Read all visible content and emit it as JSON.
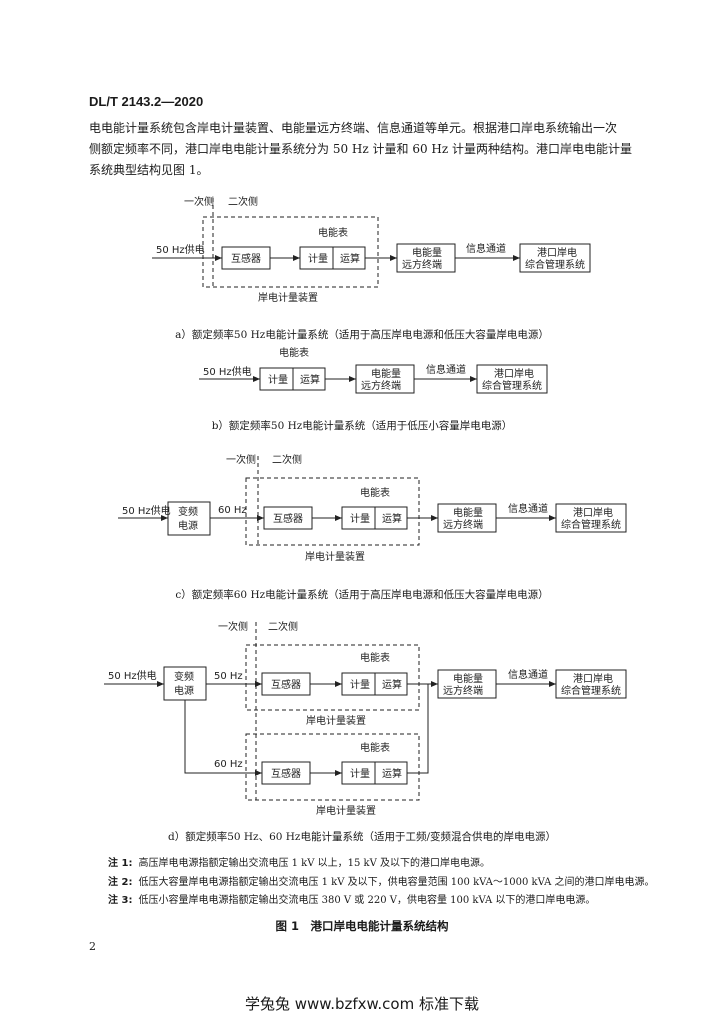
{
  "header": {
    "doc_id": "DL/T 2143.2—2020"
  },
  "body": {
    "paragraph_line1": "电电能计量系统包含岸电计量装置、电能量远方终端、信息通道等单元。根据港口岸电系统输出一次",
    "paragraph_line2": "侧额定频率不同，港口岸电电能计量系统分为 50 Hz 计量和 60 Hz 计量两种结构。港口岸电电能计量",
    "paragraph_line3": "系统典型结构见图 1。"
  },
  "labels": {
    "primary_side": "一次侧",
    "secondary_side": "二次侧",
    "supply_50hz": "50 Hz供电",
    "meter": "电能表",
    "transformer": "互感器",
    "metering": "计量",
    "computing": "运算",
    "terminal_l1": "电能量",
    "terminal_l2": "远方终端",
    "channel": "信息通道",
    "mgmt_l1": "港口岸电",
    "mgmt_l2": "综合管理系统",
    "device": "岸电计量装置",
    "vf_l1": "变频",
    "vf_l2": "电源",
    "hz60": "60 Hz",
    "hz50": "50 Hz"
  },
  "captions": {
    "a": "a）额定频率50 Hz电能计量系统（适用于高压岸电电源和低压大容量岸电电源）",
    "b": "b）额定频率50 Hz电能计量系统（适用于低压小容量岸电电源）",
    "c": "c）额定频率60 Hz电能计量系统（适用于高压岸电电源和低压大容量岸电电源）",
    "d": "d）额定频率50 Hz、60 Hz电能计量系统（适用于工频/变频混合供电的岸电电源）"
  },
  "notes": [
    {
      "label": "注 1:",
      "text": "高压岸电电源指额定输出交流电压 1 kV 以上，15 kV 及以下的港口岸电电源。"
    },
    {
      "label": "注 2:",
      "text": "低压大容量岸电电源指额定输出交流电压 1 kV 及以下，供电容量范围 100 kVA～1000 kVA 之间的港口岸电电源。"
    },
    {
      "label": "注 3:",
      "text": "低压小容量岸电电源指额定输出交流电压 380 V 或 220 V，供电容量 100 kVA 以下的港口岸电电源。"
    }
  ],
  "figure_title": "图 1　港口岸电电能计量系统结构",
  "page_number": "2",
  "footer": "学兔兔 www.bzfxw.com 标准下载"
}
